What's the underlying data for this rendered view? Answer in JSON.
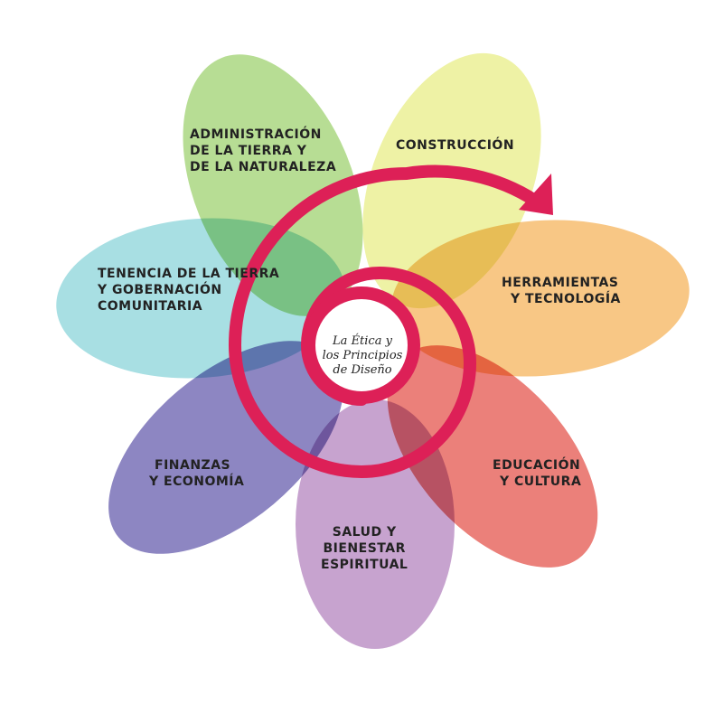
{
  "colors": {
    "spiral": "#dd2057",
    "center_fill": "#ffffff",
    "petals": {
      "land": "#b7dd94",
      "building": "#eef2a5",
      "tools": "#f8c785",
      "education": "#eb807a",
      "health": "#c7a3cf",
      "finance": "#8d86c2",
      "tenure": "#a8dfe3"
    }
  },
  "center": {
    "line1": "La Ética y",
    "line2": "los Principios",
    "line3": "de Diseño"
  },
  "domains": {
    "land": {
      "line1": "ADMINISTRACIÓN",
      "line2": "DE LA TIERRA Y",
      "line3": "DE LA NATURALEZA"
    },
    "building": {
      "line1": "CONSTRUCCIÓN"
    },
    "tools": {
      "line1": "HERRAMIENTAS",
      "line2": "Y TECNOLOGÍA"
    },
    "education": {
      "line1": "EDUCACIÓN",
      "line2": "Y CULTURA"
    },
    "health": {
      "line1": "SALUD Y",
      "line2": "BIENESTAR",
      "line3": "ESPIRITUAL"
    },
    "finance": {
      "line1": "FINANZAS",
      "line2": "Y ECONOMÍA"
    },
    "tenure": {
      "line1": "TENENCIA DE LA TIERRA",
      "line2": "Y GOBERNACIÓN",
      "line3": "COMUNITARIA"
    }
  }
}
